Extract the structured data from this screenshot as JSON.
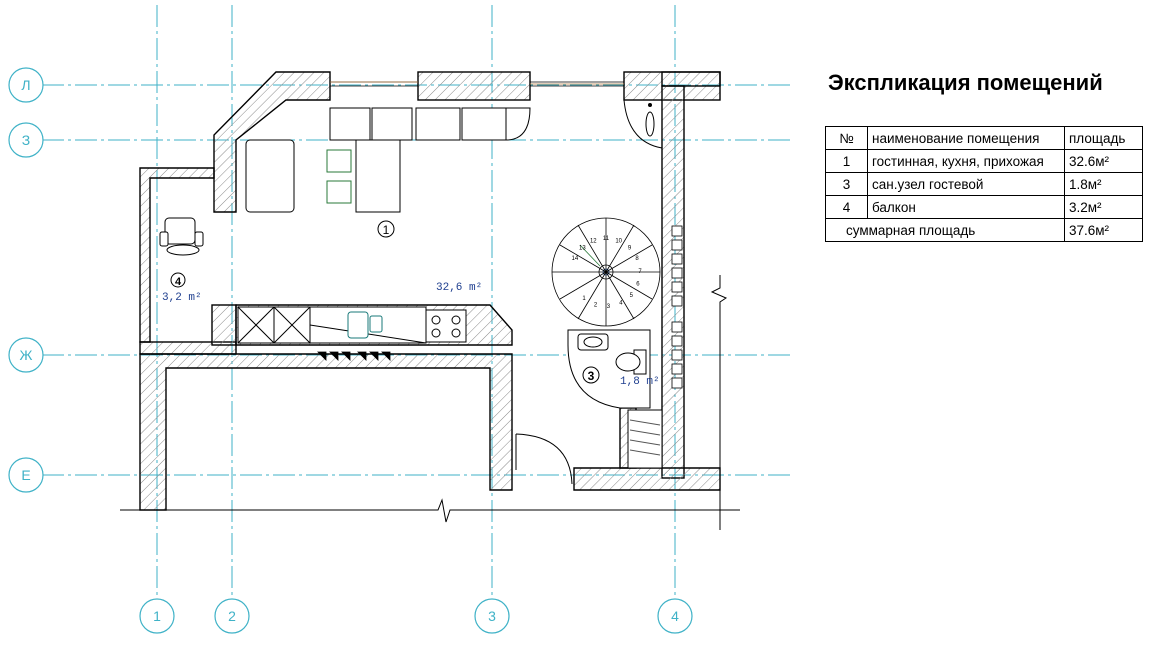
{
  "explication": {
    "title": "Экспликация помещений",
    "headers": [
      "№",
      "наименование помещения",
      "площадь"
    ],
    "rows": [
      {
        "num": "1",
        "name": "гостинная, кухня, прихожая",
        "area": "32.6м²"
      },
      {
        "num": "3",
        "name": "сан.узел гостевой",
        "area": "1.8м²"
      },
      {
        "num": "4",
        "name": "балкон",
        "area": "3.2м²"
      }
    ],
    "total_label": "суммарная площадь",
    "total_area": "37.6м²"
  },
  "axes": {
    "horizontal": [
      "Л",
      "З",
      "Ж",
      "Е"
    ],
    "vertical": [
      "1",
      "2",
      "3",
      "4"
    ]
  },
  "rooms": [
    {
      "number": "1",
      "area": ""
    },
    {
      "number": "3",
      "area": "1,8 m²"
    },
    {
      "number": "4",
      "area": "3,2 m²"
    }
  ],
  "main_area": "32,6 m²",
  "stair_numbers": [
    "1",
    "2",
    "3",
    "4",
    "5",
    "6",
    "7",
    "8",
    "9",
    "10",
    "11",
    "12",
    "13",
    "14"
  ],
  "colors": {
    "axis": "#3fb2c7",
    "wall": "#000000",
    "hatch": "#8a8a8a",
    "label": "#1f3f8f"
  }
}
